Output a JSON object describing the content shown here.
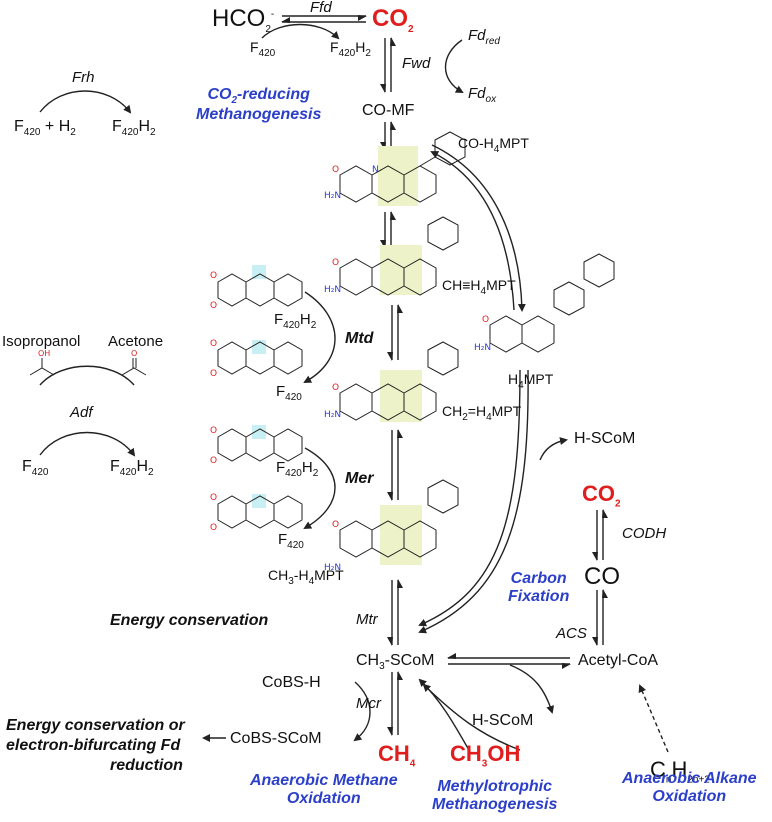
{
  "species": {
    "formate": "HCO",
    "formate_sub": "2",
    "formate_sup": "-",
    "co2_top": "CO",
    "co2_top_sub": "2",
    "co_mf": "CO-MF",
    "co_h4mpt_a": "CO-H",
    "co_h4mpt_sub": "4",
    "co_h4mpt_b": "MPT",
    "methenyl_a": "CH≡H",
    "methenyl_sub": "4",
    "methenyl_b": "MPT",
    "methylene_a": "CH",
    "methylene_sub1": "2",
    "methylene_b": "=H",
    "methylene_sub2": "4",
    "methylene_c": "MPT",
    "methyl_h4mpt_a": "CH",
    "methyl_h4mpt_sub1": "3",
    "methyl_h4mpt_b": "-H",
    "methyl_h4mpt_sub2": "4",
    "methyl_h4mpt_c": "MPT",
    "h4mpt_a": "H",
    "h4mpt_sub": "4",
    "h4mpt_b": "MPT",
    "hscom_upper": "H-SCoM",
    "hscom_lower": "H-SCoM",
    "ch3scom_a": "CH",
    "ch3scom_sub": "3",
    "ch3scom_b": "-SCoM",
    "cobsh": "CoBS-H",
    "cobsscom": "CoBS-SCoM",
    "ch4": "CH",
    "ch4_sub": "4",
    "ch3oh_a": "CH",
    "ch3oh_sub": "3",
    "ch3oh_b": "OH",
    "co2_right": "CO",
    "co2_right_sub": "2",
    "co": "CO",
    "acetyl_coa": "Acetyl-CoA",
    "alkane_a": "C",
    "alkane_sub1": "n",
    "alkane_b": "H",
    "alkane_sub2": "2n+2",
    "isopropanol": "Isopropanol",
    "acetone": "Acetone"
  },
  "cofactors": {
    "f420": "F",
    "f420_sub": "420",
    "f420h2_a": "F",
    "f420h2_sub1": "420",
    "f420h2_b": "H",
    "f420h2_sub2": "2",
    "f420_plus_h2_a": "F",
    "f420_plus_h2_sub1": "420",
    "f420_plus_h2_b": " + H",
    "f420_plus_h2_sub2": "2",
    "fd": "Fd",
    "fd_red_sub": "red",
    "fd_ox_sub": "ox"
  },
  "enzymes": {
    "ffd": "Ffd",
    "fwd": "Fwd",
    "frh": "Frh",
    "adf": "Adf",
    "mtd": "Mtd",
    "mer": "Mer",
    "mtr": "Mtr",
    "mcr": "Mcr",
    "codh": "CODH",
    "acs": "ACS"
  },
  "pathways": {
    "co2_reducing_a": "CO",
    "co2_reducing_sub": "2",
    "co2_reducing_b": "-reducing",
    "co2_reducing_c": "Methanogenesis",
    "carbon_fixation_a": "Carbon",
    "carbon_fixation_b": "Fixation",
    "anaerobic_methane_a": "Anaerobic Methane",
    "anaerobic_methane_b": "Oxidation",
    "methylotrophic_a": "Methylotrophic",
    "methylotrophic_b": "Methanogenesis",
    "anaerobic_alkane_a": "Anaerobic Alkane",
    "anaerobic_alkane_b": "Oxidation",
    "energy_conservation": "Energy conservation",
    "energy_conservation_fd_a": "Energy conservation or",
    "energy_conservation_fd_b": "electron-bifurcating Fd",
    "energy_conservation_fd_c": "reduction"
  },
  "colors": {
    "red_species": "#e01e1e",
    "blue_pathway": "#2b3fc9",
    "highlight": "#eef2c8",
    "cyan_highlight": "#c8f0f4",
    "atom_n": "#2a3bd6",
    "atom_o": "#e02020"
  }
}
